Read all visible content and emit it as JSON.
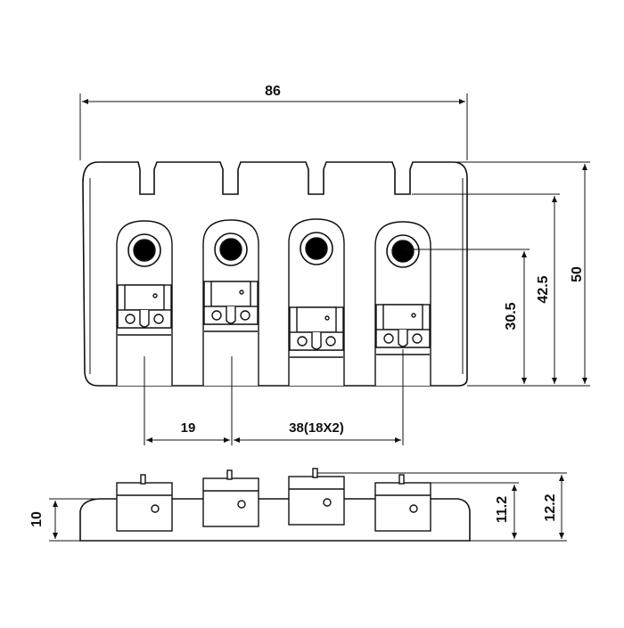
{
  "dimensions": {
    "width_total": "86",
    "height_total": "50",
    "saddle_slot_height": "42.5",
    "hole_to_bottom": "30.5",
    "edge_to_first_saddle": "19",
    "saddle_spacing": "38(18X2)",
    "base_height": "10",
    "saddle_height": "11.2",
    "overall_height": "12.2"
  },
  "saddle_count": 4,
  "colors": {
    "line": "#111111",
    "fill": "#ffffff",
    "hole": "#000000"
  }
}
